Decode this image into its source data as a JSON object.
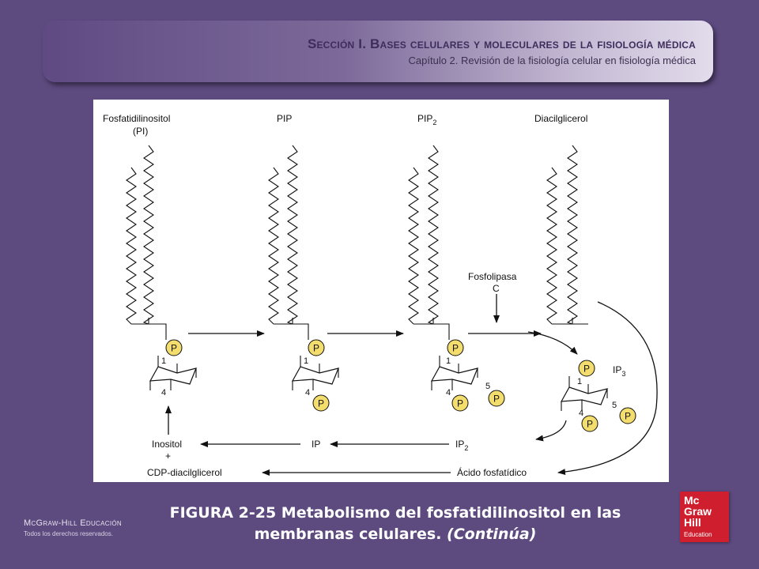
{
  "header": {
    "title": "Sección I.  Bases celulares y moleculares de la fisiología médica",
    "subtitle": "Capítulo 2.  Revisión de la fisiología celular en fisiología médica"
  },
  "diagram": {
    "labels": {
      "pi_line1": "Fosfatidilinositol",
      "pi_line2": "(PI)",
      "pip": "PIP",
      "pip2": "PIP",
      "pip2_sub": "2",
      "dag": "Diacilglicerol",
      "enzyme_line1": "Fosfolipasa",
      "enzyme_line2": "C",
      "ip3": "IP",
      "ip3_sub": "3",
      "inositol": "Inositol",
      "plus": "+",
      "cdp": "CDP-diacilglicerol",
      "ip": "IP",
      "ip2": "IP",
      "ip2_sub": "2",
      "phosphatidic": "Ácido fosfatídico"
    },
    "phosphate_label": "P",
    "position_numbers": {
      "one": "1",
      "four": "4",
      "five": "5"
    }
  },
  "caption": {
    "main": "FIGURA 2-25 Metabolismo del fosfatidilinositol en las membranas celulares.",
    "continued": "(Continúa)"
  },
  "footer": {
    "publisher": "McGraw-Hill Educación",
    "rights": "Todos los derechos reservados."
  },
  "logo": {
    "line1": "Mc",
    "line2": "Graw",
    "line3": "Hill",
    "line4": "Education"
  },
  "colors": {
    "background": "#5d4a7f",
    "phosphate_fill": "#f3dd6d",
    "logo_red": "#cf1f2e"
  }
}
